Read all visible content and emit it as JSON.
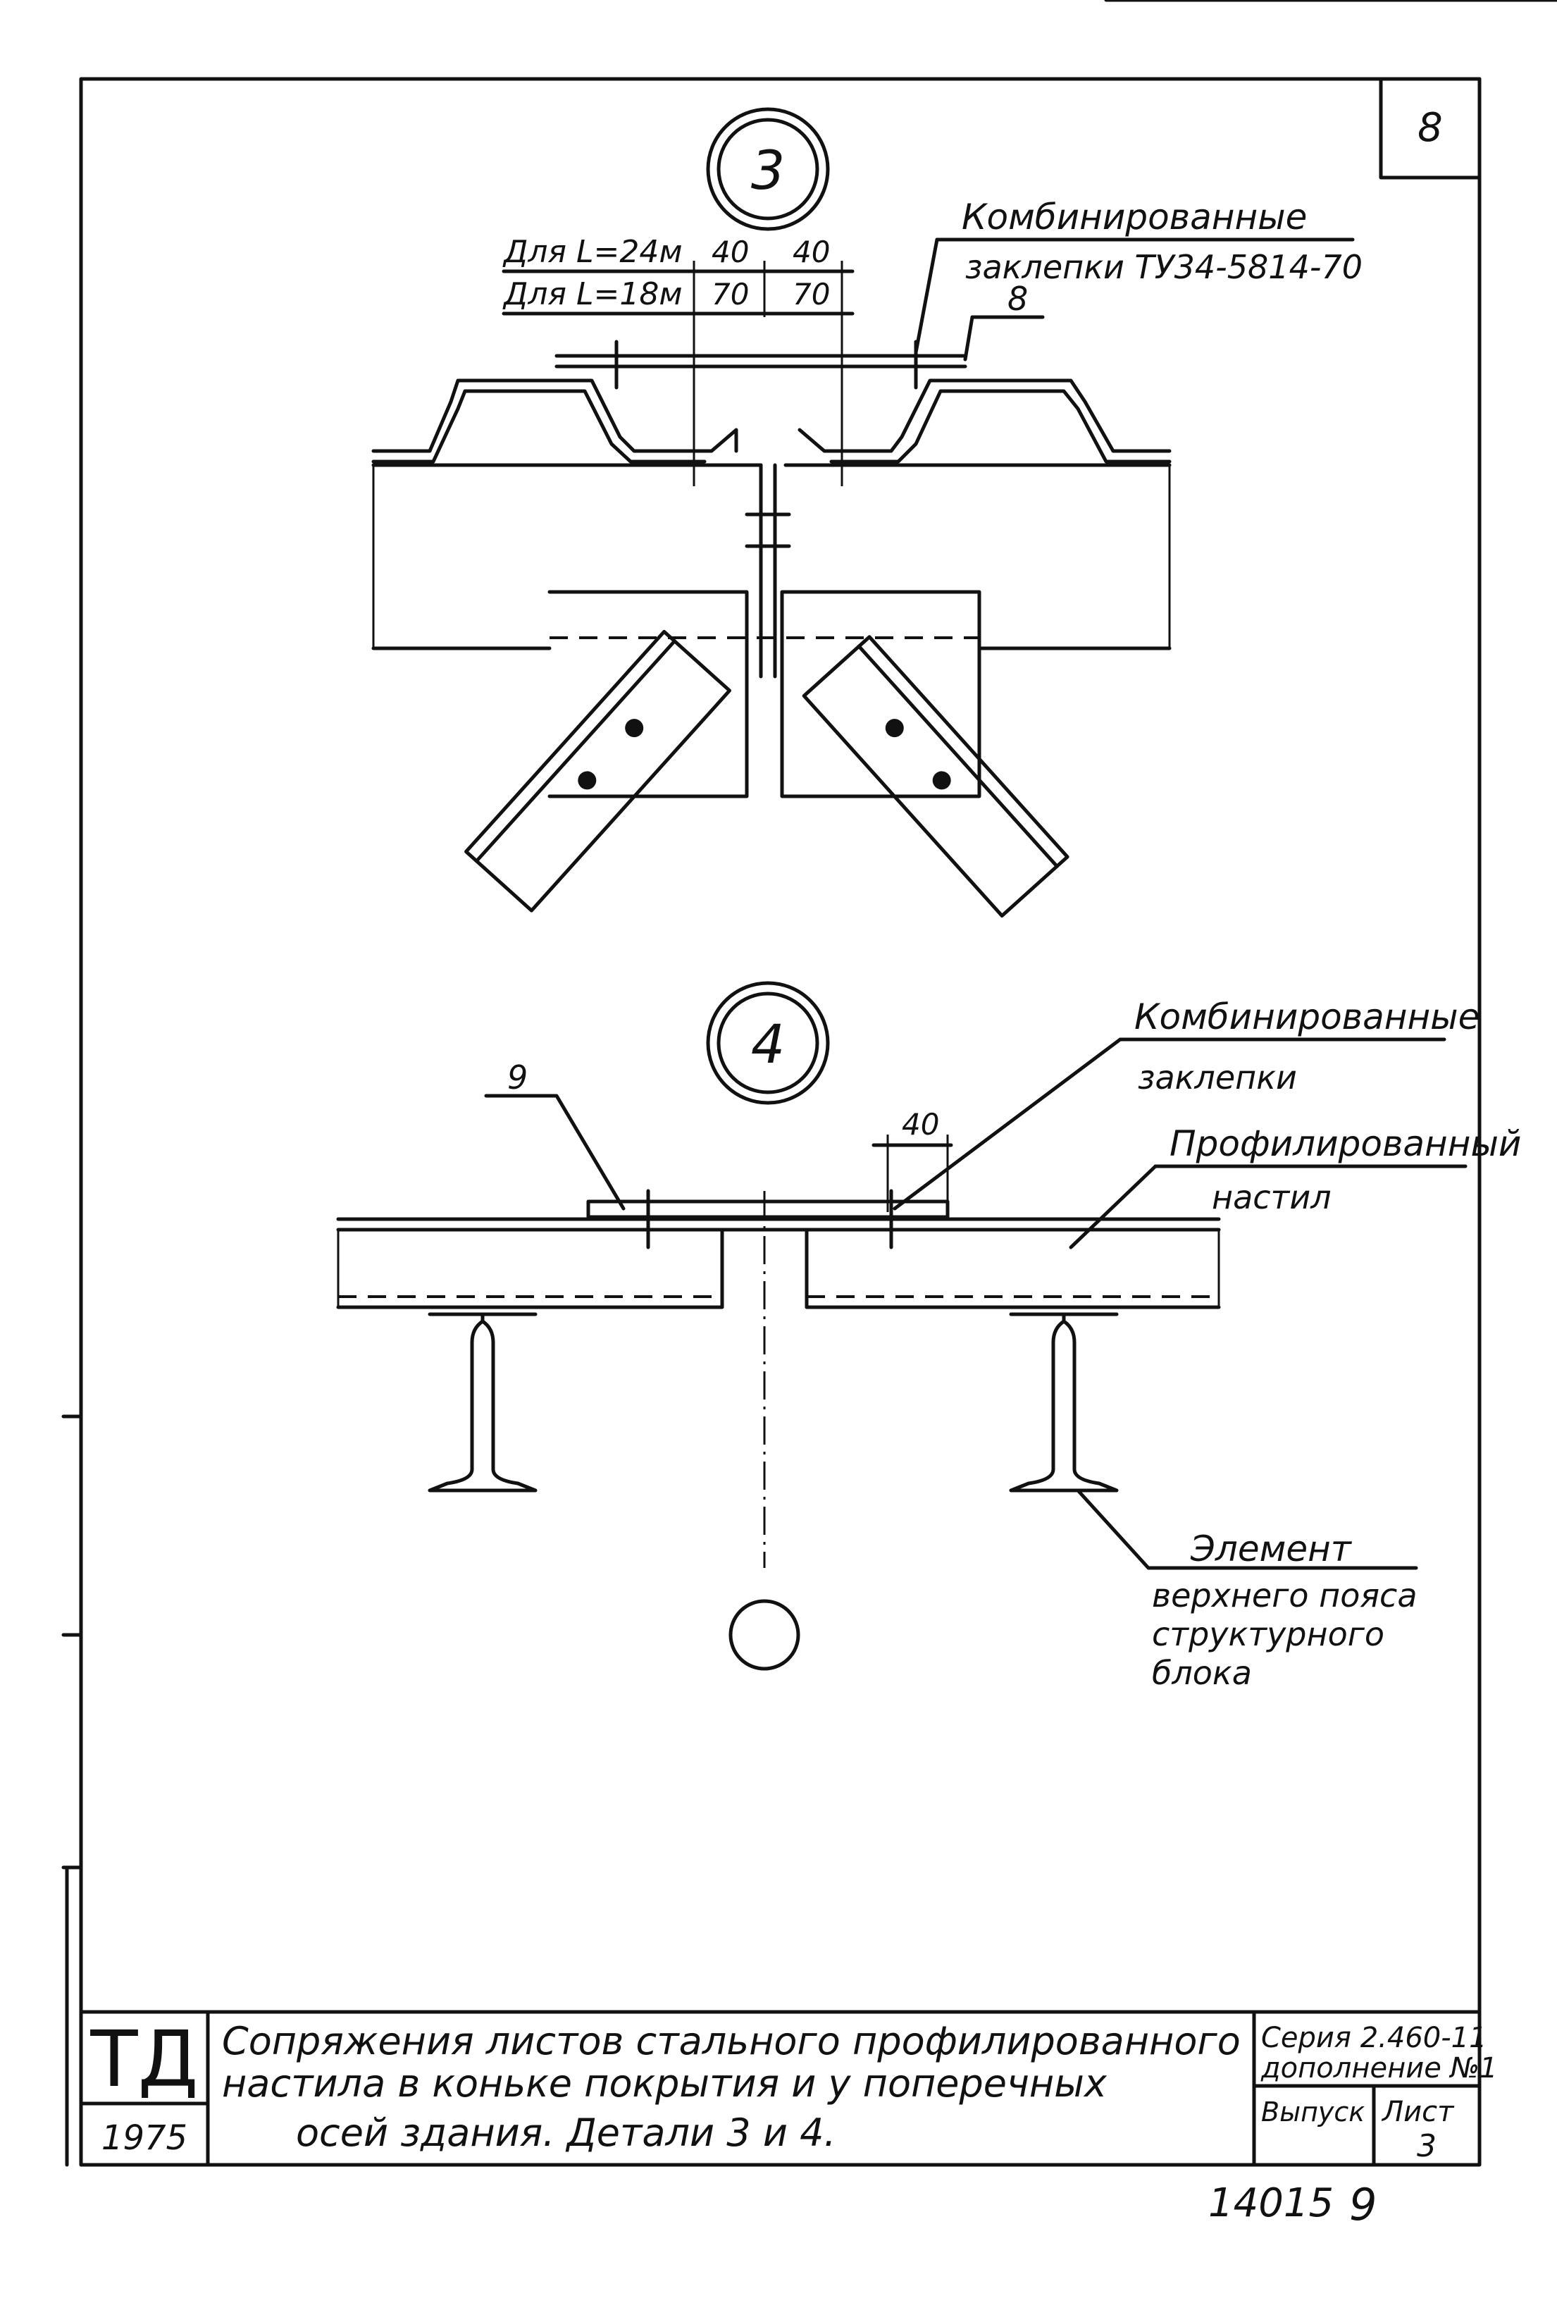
{
  "sheet": {
    "sheet_number": "8",
    "footer_left": "14015",
    "footer_right": "9"
  },
  "detail3": {
    "marker": "3",
    "dim_label_24": "Для L=24м",
    "dim_label_18": "Для L=18м",
    "dim_24_left": "40",
    "dim_24_right": "40",
    "dim_18_left": "70",
    "dim_18_right": "70",
    "rivet_note_line1": "Комбинированные",
    "rivet_note_line2": "заклепки ТУ34-5814-70",
    "position_label": "8"
  },
  "detail4": {
    "marker": "4",
    "position_label": "9",
    "rivet_note_line1": "Комбинированные",
    "rivet_note_line2": "заклепки",
    "dim_40": "40",
    "deck_note_line1": "Профилированный",
    "deck_note_line2": "настил",
    "element_note_line1": "Элемент",
    "element_note_line2": "верхнего пояса",
    "element_note_line3": "структурного",
    "element_note_line4": "блока"
  },
  "title_block": {
    "logo": "ТД",
    "year": "1975",
    "title_line1": "Сопряжения листов стального профилированного",
    "title_line2": "настила в коньке покрытия и у поперечных",
    "title_line3": "осей здания. Детали 3 и 4.",
    "series_line1": "Серия 2.460-11",
    "series_line2": "дополнение №1",
    "issue_label": "Выпуск",
    "sheet_label": "Лист",
    "sheet_value": "3"
  }
}
